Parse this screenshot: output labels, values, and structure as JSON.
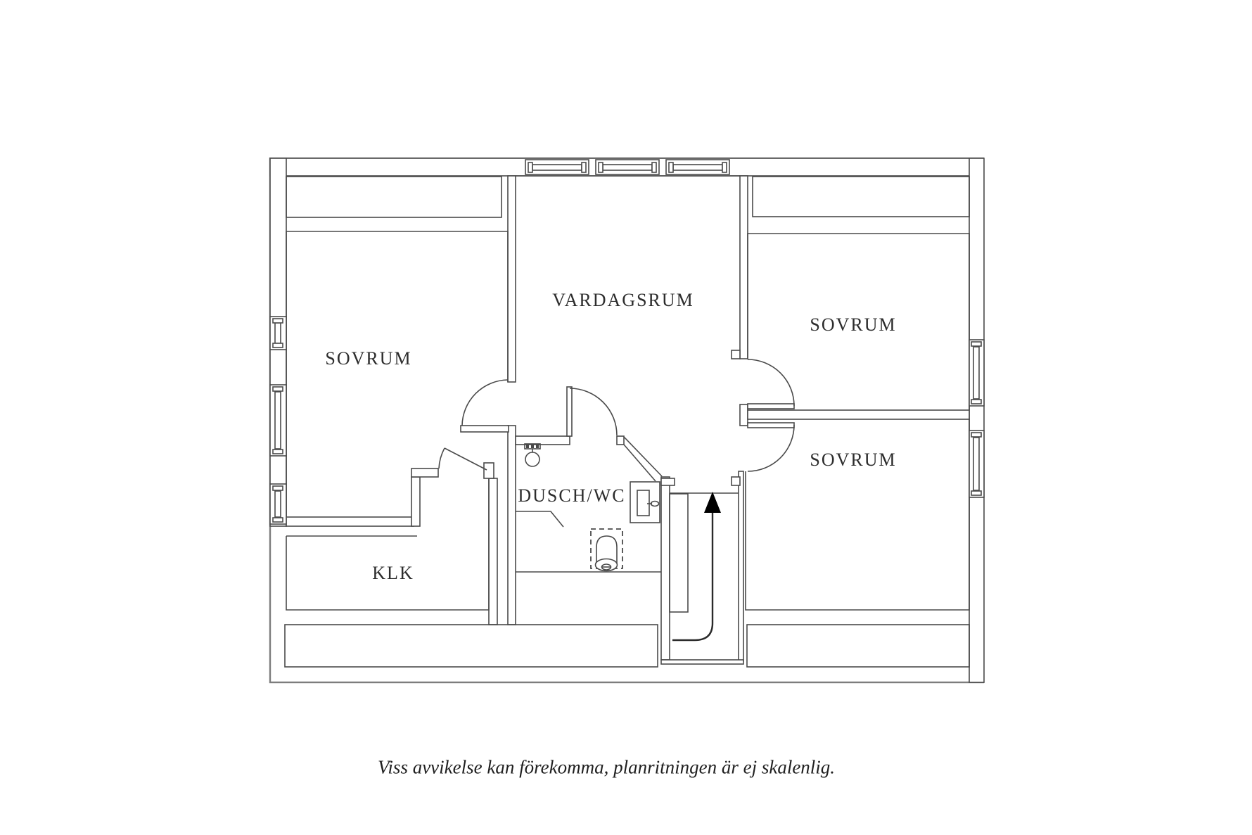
{
  "plan": {
    "title": "floor-plan",
    "rooms": [
      {
        "id": "sovrum-left",
        "label": "SOVRUM"
      },
      {
        "id": "vardagsrum",
        "label": "VARDAGSRUM"
      },
      {
        "id": "sovrum-top-right",
        "label": "SOVRUM"
      },
      {
        "id": "sovrum-bottom-right",
        "label": "SOVRUM"
      },
      {
        "id": "dusch-wc",
        "label": "DUSCH/WC"
      },
      {
        "id": "klk",
        "label": "KLK"
      }
    ],
    "fixtures": [
      "toilet",
      "round-washbasin",
      "washer-cabinet",
      "stairs-up-arrow"
    ],
    "window_count": {
      "top_wall": 3,
      "left_wall": 3,
      "right_wall": 2
    },
    "caption": "Viss avvikelse kan förekomma, planritningen är ej skalenlig.",
    "colors": {
      "background": "#ffffff",
      "wall_line": "#4a4a4a",
      "outer_boundary": "#7d7d7d",
      "label_text": "#2d2d2d",
      "arrow_fill": "#000000"
    }
  }
}
